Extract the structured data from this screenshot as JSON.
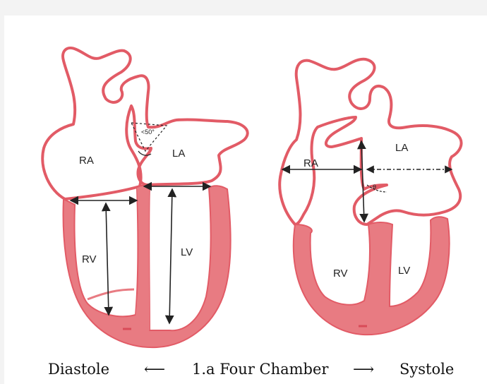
{
  "colors": {
    "background": "#f3f3f3",
    "panel": "#ffffff",
    "myocardium": "#e87b82",
    "outline": "#e25b66",
    "measure_line": "#222222",
    "text": "#111111"
  },
  "diastole_heart": {
    "labels": {
      "ra": "RA",
      "la": "LA",
      "rv": "RV",
      "lv": "LV"
    },
    "angle_label": "<50°"
  },
  "systole_heart": {
    "labels": {
      "ra": "RA",
      "la": "LA",
      "rv": "RV",
      "lv": "LV"
    },
    "angle_label": "θ"
  },
  "caption": {
    "left_label": "Diastole",
    "left_arrow": "⟵",
    "center_label": "1.a Four Chamber",
    "right_arrow": "⟶",
    "right_label": "Systole"
  }
}
